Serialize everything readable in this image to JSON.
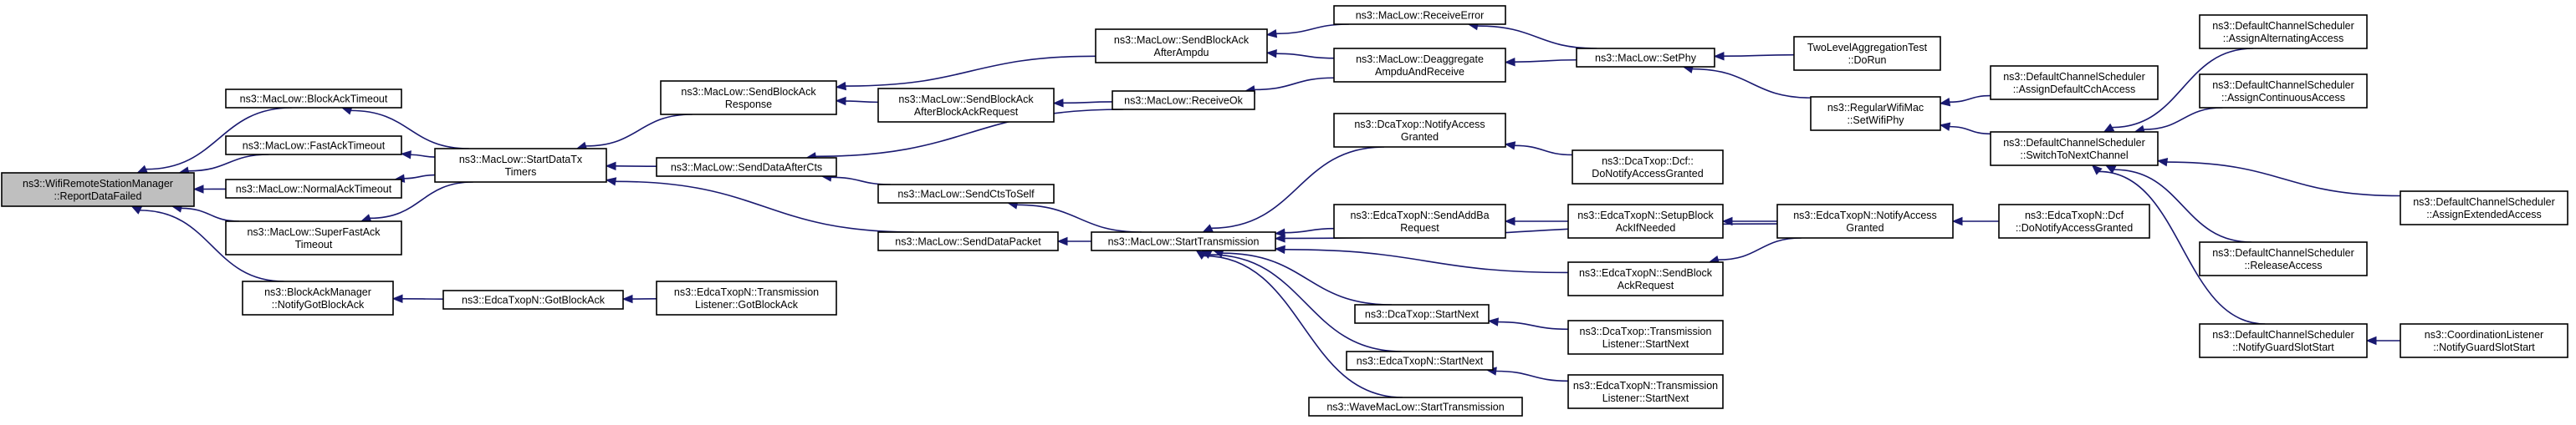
{
  "diagram": {
    "type": "call-graph",
    "edge_color": "#191970",
    "root_fill": "#bfbfbf",
    "nodes": [
      {
        "id": "root",
        "lines": [
          "ns3::WifiRemoteStationManager",
          "::ReportDataFailed"
        ],
        "root": true
      },
      {
        "id": "blockAckTimeout",
        "lines": [
          "ns3::MacLow::BlockAckTimeout"
        ]
      },
      {
        "id": "fastAckTimeout",
        "lines": [
          "ns3::MacLow::FastAckTimeout"
        ]
      },
      {
        "id": "normalAckTimeout",
        "lines": [
          "ns3::MacLow::NormalAckTimeout"
        ]
      },
      {
        "id": "superFastAckTimeout",
        "lines": [
          "ns3::MacLow::SuperFastAck",
          "Timeout"
        ]
      },
      {
        "id": "notifyGotBlockAck",
        "lines": [
          "ns3::BlockAckManager",
          "::NotifyGotBlockAck"
        ]
      },
      {
        "id": "startDataTxTimers",
        "lines": [
          "ns3::MacLow::StartDataTx",
          "Timers"
        ]
      },
      {
        "id": "gotBlockAck",
        "lines": [
          "ns3::EdcaTxopN::GotBlockAck"
        ]
      },
      {
        "id": "transListenerGotBlockAck",
        "lines": [
          "ns3::EdcaTxopN::Transmission",
          "Listener::GotBlockAck"
        ]
      },
      {
        "id": "sendBlockAckResponse",
        "lines": [
          "ns3::MacLow::SendBlockAck",
          "Response"
        ]
      },
      {
        "id": "sendDataAfterCts",
        "lines": [
          "ns3::MacLow::SendDataAfterCts"
        ]
      },
      {
        "id": "sendDataPacket",
        "lines": [
          "ns3::MacLow::SendDataPacket"
        ]
      },
      {
        "id": "sendBlockAckAfterAmpdu",
        "lines": [
          "ns3::MacLow::SendBlockAck",
          "AfterAmpdu"
        ]
      },
      {
        "id": "sendBlockAckAfterBlockAckRequest",
        "lines": [
          "ns3::MacLow::SendBlockAck",
          "AfterBlockAckRequest"
        ]
      },
      {
        "id": "sendCtsToSelf",
        "lines": [
          "ns3::MacLow::SendCtsToSelf"
        ]
      },
      {
        "id": "startTransmission",
        "lines": [
          "ns3::MacLow::StartTransmission"
        ]
      },
      {
        "id": "receiveError",
        "lines": [
          "ns3::MacLow::ReceiveError"
        ]
      },
      {
        "id": "deaggregateAmpduAndReceive",
        "lines": [
          "ns3::MacLow::Deaggregate",
          "AmpduAndReceive"
        ]
      },
      {
        "id": "receiveOk",
        "lines": [
          "ns3::MacLow::ReceiveOk"
        ]
      },
      {
        "id": "setPhy",
        "lines": [
          "ns3::MacLow::SetPhy"
        ]
      },
      {
        "id": "twoLevelAggregationTest",
        "lines": [
          "TwoLevelAggregationTest",
          "::DoRun"
        ]
      },
      {
        "id": "regularWifiMacSetWifiPhy",
        "lines": [
          "ns3::RegularWifiMac",
          "::SetWifiPhy"
        ]
      },
      {
        "id": "dcaTxopNotifyAccessGranted",
        "lines": [
          "ns3::DcaTxop::NotifyAccess",
          "Granted"
        ]
      },
      {
        "id": "dcaTxopDcfDoNotifyAccessGranted",
        "lines": [
          "ns3::DcaTxop::Dcf::",
          "DoNotifyAccessGranted"
        ]
      },
      {
        "id": "edcaSendAddBaRequest",
        "lines": [
          "ns3::EdcaTxopN::SendAddBa",
          "Request"
        ]
      },
      {
        "id": "edcaSetupBlockAckIfNeeded",
        "lines": [
          "ns3::EdcaTxopN::SetupBlock",
          "AckIfNeeded"
        ]
      },
      {
        "id": "edcaSendBlockAckRequest",
        "lines": [
          "ns3::EdcaTxopN::SendBlock",
          "AckRequest"
        ]
      },
      {
        "id": "edcaNotifyAccessGranted",
        "lines": [
          "ns3::EdcaTxopN::NotifyAccess",
          "Granted"
        ]
      },
      {
        "id": "edcaDcfDoNotifyAccessGranted",
        "lines": [
          "ns3::EdcaTxopN::Dcf",
          "::DoNotifyAccessGranted"
        ]
      },
      {
        "id": "dcaTxopStartNext",
        "lines": [
          "ns3::DcaTxop::StartNext"
        ]
      },
      {
        "id": "dcaTxopTransListenerStartNext",
        "lines": [
          "ns3::DcaTxop::Transmission",
          "Listener::StartNext"
        ]
      },
      {
        "id": "edcaStartNext",
        "lines": [
          "ns3::EdcaTxopN::StartNext"
        ]
      },
      {
        "id": "edcaTransListenerStartNext",
        "lines": [
          "ns3::EdcaTxopN::Transmission",
          "Listener::StartNext"
        ]
      },
      {
        "id": "waveMacLowStartTransmission",
        "lines": [
          "ns3::WaveMacLow::StartTransmission"
        ]
      },
      {
        "id": "assignDefaultCchAccess",
        "lines": [
          "ns3::DefaultChannelScheduler",
          "::AssignDefaultCchAccess"
        ]
      },
      {
        "id": "switchToNextChannel",
        "lines": [
          "ns3::DefaultChannelScheduler",
          "::SwitchToNextChannel"
        ]
      },
      {
        "id": "assignAlternatingAccess",
        "lines": [
          "ns3::DefaultChannelScheduler",
          "::AssignAlternatingAccess"
        ]
      },
      {
        "id": "assignContinuousAccess",
        "lines": [
          "ns3::DefaultChannelScheduler",
          "::AssignContinuousAccess"
        ]
      },
      {
        "id": "assignExtendedAccess",
        "lines": [
          "ns3::DefaultChannelScheduler",
          "::AssignExtendedAccess"
        ]
      },
      {
        "id": "releaseAccess",
        "lines": [
          "ns3::DefaultChannelScheduler",
          "::ReleaseAccess"
        ]
      },
      {
        "id": "notifyGuardSlotStartScheduler",
        "lines": [
          "ns3::DefaultChannelScheduler",
          "::NotifyGuardSlotStart"
        ]
      },
      {
        "id": "notifyGuardSlotStartCoordination",
        "lines": [
          "ns3::CoordinationListener",
          "::NotifyGuardSlotStart"
        ]
      }
    ],
    "edges": [
      [
        "blockAckTimeout",
        "root"
      ],
      [
        "fastAckTimeout",
        "root"
      ],
      [
        "normalAckTimeout",
        "root"
      ],
      [
        "superFastAckTimeout",
        "root"
      ],
      [
        "notifyGotBlockAck",
        "root"
      ],
      [
        "startDataTxTimers",
        "blockAckTimeout"
      ],
      [
        "startDataTxTimers",
        "fastAckTimeout"
      ],
      [
        "startDataTxTimers",
        "normalAckTimeout"
      ],
      [
        "startDataTxTimers",
        "superFastAckTimeout"
      ],
      [
        "gotBlockAck",
        "notifyGotBlockAck"
      ],
      [
        "transListenerGotBlockAck",
        "gotBlockAck"
      ],
      [
        "sendBlockAckResponse",
        "startDataTxTimers"
      ],
      [
        "sendDataAfterCts",
        "startDataTxTimers"
      ],
      [
        "sendDataPacket",
        "startDataTxTimers"
      ],
      [
        "sendBlockAckAfterAmpdu",
        "sendBlockAckResponse"
      ],
      [
        "sendBlockAckAfterBlockAckRequest",
        "sendBlockAckResponse"
      ],
      [
        "sendCtsToSelf",
        "sendDataAfterCts"
      ],
      [
        "receiveOk",
        "sendDataAfterCts"
      ],
      [
        "startTransmission",
        "sendDataPacket"
      ],
      [
        "startTransmission",
        "sendCtsToSelf"
      ],
      [
        "receiveError",
        "sendBlockAckAfterAmpdu"
      ],
      [
        "deaggregateAmpduAndReceive",
        "sendBlockAckAfterAmpdu"
      ],
      [
        "receiveOk",
        "sendBlockAckAfterBlockAckRequest"
      ],
      [
        "deaggregateAmpduAndReceive",
        "receiveOk"
      ],
      [
        "setPhy",
        "receiveError"
      ],
      [
        "setPhy",
        "deaggregateAmpduAndReceive"
      ],
      [
        "twoLevelAggregationTest",
        "setPhy"
      ],
      [
        "regularWifiMacSetWifiPhy",
        "setPhy"
      ],
      [
        "assignDefaultCchAccess",
        "regularWifiMacSetWifiPhy"
      ],
      [
        "switchToNextChannel",
        "regularWifiMacSetWifiPhy"
      ],
      [
        "assignAlternatingAccess",
        "switchToNextChannel"
      ],
      [
        "assignContinuousAccess",
        "switchToNextChannel"
      ],
      [
        "assignExtendedAccess",
        "switchToNextChannel"
      ],
      [
        "releaseAccess",
        "switchToNextChannel"
      ],
      [
        "notifyGuardSlotStartScheduler",
        "switchToNextChannel"
      ],
      [
        "notifyGuardSlotStartCoordination",
        "notifyGuardSlotStartScheduler"
      ],
      [
        "dcaTxopNotifyAccessGranted",
        "startTransmission"
      ],
      [
        "edcaSendAddBaRequest",
        "startTransmission"
      ],
      [
        "edcaSendBlockAckRequest",
        "startTransmission"
      ],
      [
        "dcaTxopStartNext",
        "startTransmission"
      ],
      [
        "edcaStartNext",
        "startTransmission"
      ],
      [
        "waveMacLowStartTransmission",
        "startTransmission"
      ],
      [
        "edcaNotifyAccessGranted",
        "startTransmission"
      ],
      [
        "dcaTxopDcfDoNotifyAccessGranted",
        "dcaTxopNotifyAccessGranted"
      ],
      [
        "edcaSetupBlockAckIfNeeded",
        "edcaSendAddBaRequest"
      ],
      [
        "edcaNotifyAccessGranted",
        "edcaSetupBlockAckIfNeeded"
      ],
      [
        "edcaNotifyAccessGranted",
        "edcaSendBlockAckRequest"
      ],
      [
        "edcaDcfDoNotifyAccessGranted",
        "edcaNotifyAccessGranted"
      ],
      [
        "dcaTxopTransListenerStartNext",
        "dcaTxopStartNext"
      ],
      [
        "edcaTransListenerStartNext",
        "edcaStartNext"
      ]
    ]
  }
}
